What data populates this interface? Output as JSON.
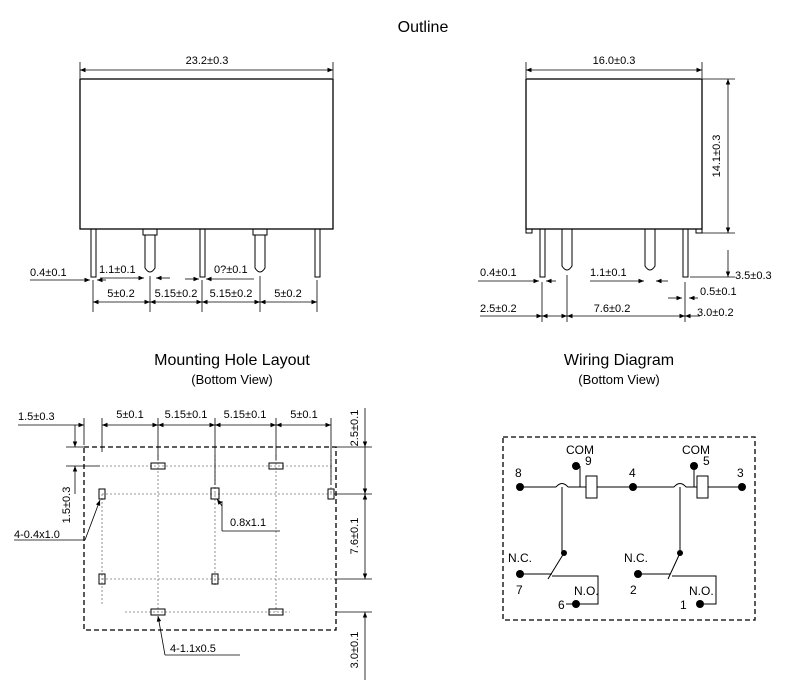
{
  "titles": {
    "outline": "Outline",
    "mounting": "Mounting Hole Layout",
    "mounting_sub": "(Bottom View)",
    "wiring": "Wiring Diagram",
    "wiring_sub": "(Bottom View)"
  },
  "outline_front": {
    "width": "23.2±0.3",
    "pin_thickness": "0.4±0.1",
    "pin_width": "1.1±0.1",
    "gap": "0?±0.1",
    "spacings": [
      "5±0.2",
      "5.15±0.2",
      "5.15±0.2",
      "5±0.2"
    ]
  },
  "outline_side": {
    "width": "16.0±0.3",
    "height": "14.1±0.3",
    "pin_thickness": "0.4±0.1",
    "pin_width": "1.1±0.1",
    "pin_length": "3.5±0.3",
    "standoff": "0.5±0.1",
    "edge_left": "2.5±0.2",
    "row_spacing": "7.6±0.2",
    "edge_right": "3.0±0.2"
  },
  "mounting": {
    "left_offset": "1.5±0.3",
    "spacings": [
      "5±0.1",
      "5.15±0.1",
      "5.15±0.1",
      "5±0.1"
    ],
    "top_edge": "2.5±0.1",
    "row_spacing": "7.6±0.1",
    "bottom_edge": "3.0±0.1",
    "vertical_offset": "1.5±0.3",
    "round_holes": "4-0.4x1.0",
    "pin_hole": "0.8x1.1",
    "slot_holes": "4-1.1x0.5"
  },
  "wiring": {
    "com_left": "COM",
    "com_left_pin": "9",
    "com_right": "COM",
    "com_right_pin": "5",
    "pin_8": "8",
    "pin_4": "4",
    "pin_3": "3",
    "nc_left": "N.C.",
    "nc_left_pin": "7",
    "no_left": "N.O.",
    "no_left_pin": "6",
    "nc_right": "N.C.",
    "nc_right_pin": "2",
    "no_right": "N.O.",
    "no_right_pin": "1"
  }
}
